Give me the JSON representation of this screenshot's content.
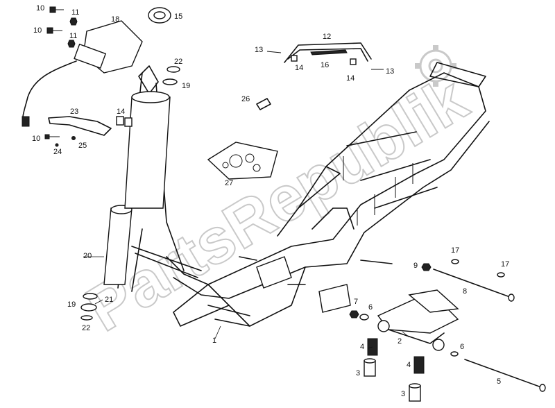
{
  "watermark": {
    "text": "PartsRepublik",
    "color": "#c9c9c9"
  },
  "callouts": [
    {
      "id": "c10a",
      "text": "10"
    },
    {
      "id": "c11a",
      "text": "11"
    },
    {
      "id": "c18",
      "text": "18"
    },
    {
      "id": "c15",
      "text": "15"
    },
    {
      "id": "c10b",
      "text": "10"
    },
    {
      "id": "c11b",
      "text": "11"
    },
    {
      "id": "c22a",
      "text": "22"
    },
    {
      "id": "c19a",
      "text": "19"
    },
    {
      "id": "c12",
      "text": "12"
    },
    {
      "id": "c13a",
      "text": "13"
    },
    {
      "id": "c14a",
      "text": "14"
    },
    {
      "id": "c16",
      "text": "16"
    },
    {
      "id": "c14b",
      "text": "14"
    },
    {
      "id": "c13b",
      "text": "13"
    },
    {
      "id": "c26",
      "text": "26"
    },
    {
      "id": "c23",
      "text": "23"
    },
    {
      "id": "c14c",
      "text": "14"
    },
    {
      "id": "c10c",
      "text": "10"
    },
    {
      "id": "c24",
      "text": "24"
    },
    {
      "id": "c25",
      "text": "25"
    },
    {
      "id": "c27",
      "text": "27"
    },
    {
      "id": "c20",
      "text": "20"
    },
    {
      "id": "c21",
      "text": "21"
    },
    {
      "id": "c19b",
      "text": "19"
    },
    {
      "id": "c22b",
      "text": "22"
    },
    {
      "id": "c1",
      "text": "1"
    },
    {
      "id": "c17a",
      "text": "17"
    },
    {
      "id": "c9",
      "text": "9"
    },
    {
      "id": "c17b",
      "text": "17"
    },
    {
      "id": "c8",
      "text": "8"
    },
    {
      "id": "c7",
      "text": "7"
    },
    {
      "id": "c6",
      "text": "6"
    },
    {
      "id": "c2",
      "text": "2"
    },
    {
      "id": "c4a",
      "text": "4"
    },
    {
      "id": "c6b",
      "text": "6"
    },
    {
      "id": "c4b",
      "text": "4"
    },
    {
      "id": "c3a",
      "text": "3"
    },
    {
      "id": "c3b",
      "text": "3"
    },
    {
      "id": "c5",
      "text": "5"
    }
  ]
}
